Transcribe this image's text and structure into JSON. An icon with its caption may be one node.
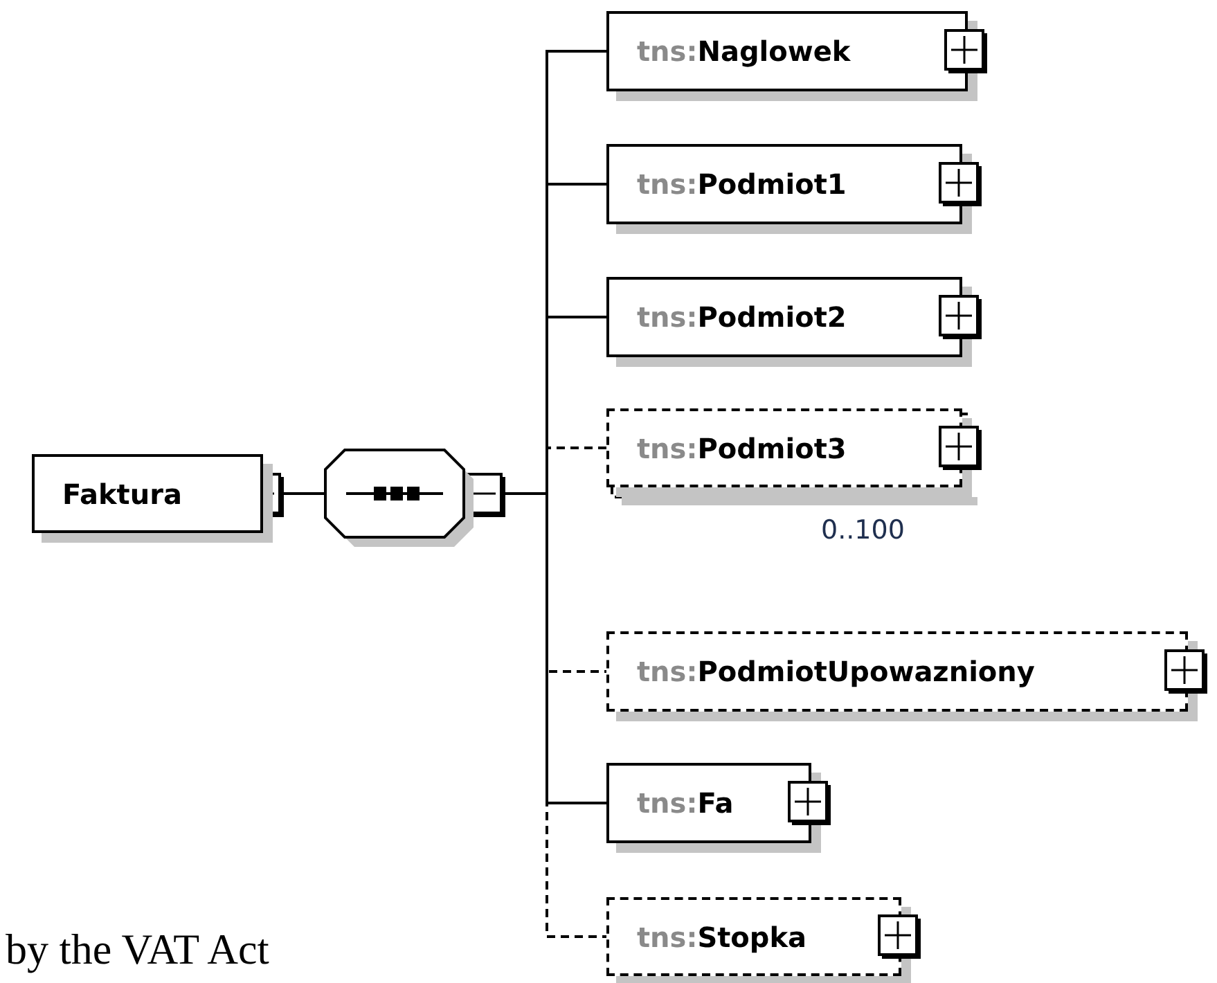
{
  "diagram": {
    "nodes": [
      {
        "text": [
          "Faktura"
        ]
      },
      {
        "text": [],
        "shape": "octagon"
      },
      {
        "text": [
          "tns:**Naglowek**"
        ]
      },
      {
        "text": [
          "tns:**Podmiot1**"
        ]
      },
      {
        "text": [
          "tns:**Podmiot2**"
        ]
      },
      {
        "text": [
          "tns:**Podmiot3**"
        ],
        "beside": [
          "0..100"
        ]
      },
      {
        "text": [
          "tns:**PodmiotUpowazniony**"
        ]
      },
      {
        "text": [
          "tns:**Fa**"
        ]
      },
      {
        "text": [
          "tns:**Stopka**"
        ]
      }
    ],
    "edges": [
      {
        "from": 0,
        "to": 1,
        "arrow": "other"
      },
      {
        "from": 1,
        "to": 2,
        "arrow": "other"
      },
      {
        "from": 1,
        "to": 3,
        "arrow": "other"
      },
      {
        "from": 1,
        "to": 4,
        "arrow": "other"
      },
      {
        "from": 1,
        "to": 5,
        "arrow": "other",
        "style": "dashed"
      },
      {
        "from": 1,
        "to": 6,
        "arrow": "other",
        "style": "dashed"
      },
      {
        "from": 1,
        "to": 7,
        "arrow": "other"
      },
      {
        "from": 1,
        "to": 8,
        "arrow": "other",
        "style": "dashed"
      }
    ],
    "labels": [
      "by the VAT Act"
    ]
  }
}
